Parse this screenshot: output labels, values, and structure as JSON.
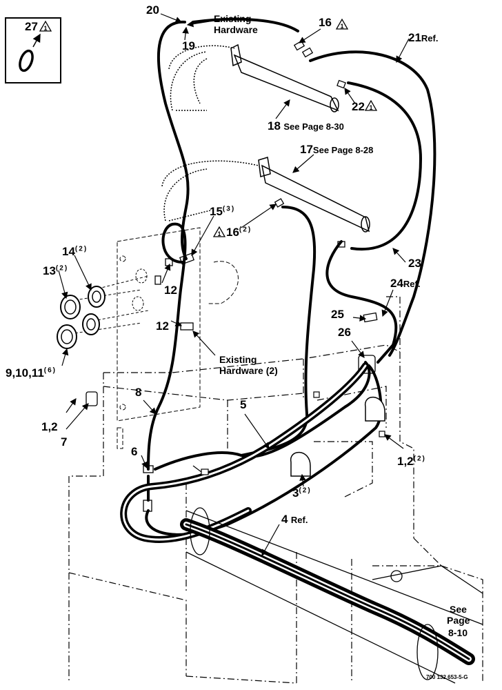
{
  "legend_box": {
    "item": "27",
    "revision_mark": "1",
    "symbol": "O"
  },
  "callouts": {
    "c1_2_top": "1,2",
    "c7": "7",
    "c1_2_right": "1,2",
    "c1_2_right_qty": "(2)",
    "c3": "3",
    "c3_qty": "(2)",
    "c4": "4",
    "c4_ref": "Ref.",
    "c5": "5",
    "c6": "6",
    "c8": "8",
    "c9_10_11": "9,10,11",
    "c9_10_11_qty": "(6)",
    "c12_a": "12",
    "c12_b": "12",
    "c13": "13",
    "c13_qty": "(2)",
    "c14": "14",
    "c14_qty": "(2)",
    "c15": "15",
    "c15_qty": "(3)",
    "c16_top": "16",
    "c16_mid": "16",
    "c16_mid_qty": "(2)",
    "c17": "17",
    "c17_text": "See Page 8-28",
    "c18": "18",
    "c18_text": "See Page 8-30",
    "c19": "19",
    "c20": "20",
    "c21": "21",
    "c21_ref": "Ref.",
    "c22": "22",
    "c23": "23",
    "c24": "24",
    "c24_ref": "Ref.",
    "c25": "25",
    "c26": "26"
  },
  "notes": {
    "existing_hw_top_1": "Existing",
    "existing_hw_top_2": "Hardware",
    "existing_hw_mid_1": "Existing",
    "existing_hw_mid_2": "Hardware (2)",
    "see_page_1": "See",
    "see_page_2": "Page",
    "see_page_3": "8-10"
  },
  "revision_triangle_text": "1",
  "drawing_number": "700 132 653-5-G"
}
